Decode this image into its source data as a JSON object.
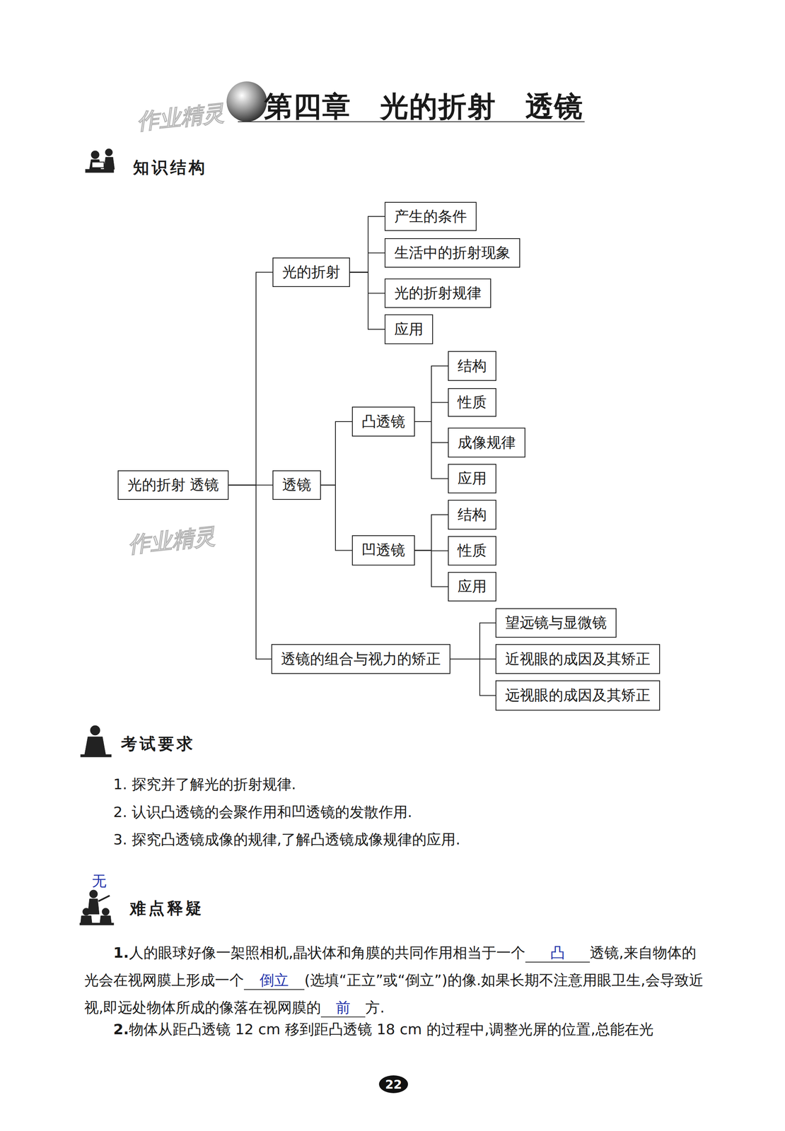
{
  "diagram": {
    "title": "第四章　光的折射　透镜",
    "nodes": [
      {
        "text": [
          "光的折射 透镜"
        ]
      },
      {
        "text": [
          "光的折射"
        ]
      },
      {
        "text": [
          "产生的条件"
        ]
      },
      {
        "text": [
          "生活中的折射现象"
        ]
      },
      {
        "text": [
          "光的折射规律"
        ]
      },
      {
        "text": [
          "应用"
        ]
      },
      {
        "text": [
          "透镜"
        ]
      },
      {
        "text": [
          "凸透镜"
        ]
      },
      {
        "text": [
          "结构"
        ]
      },
      {
        "text": [
          "性质"
        ]
      },
      {
        "text": [
          "成像规律"
        ]
      },
      {
        "text": [
          "应用"
        ]
      },
      {
        "text": [
          "凹透镜"
        ]
      },
      {
        "text": [
          "结构"
        ]
      },
      {
        "text": [
          "性质"
        ]
      },
      {
        "text": [
          "应用"
        ]
      },
      {
        "text": [
          "透镜的组合与视力的矫正"
        ]
      },
      {
        "text": [
          "望远镜与显微镜"
        ]
      },
      {
        "text": [
          "近视眼的成因及其矫正"
        ]
      },
      {
        "text": [
          "远视眼的成因及其矫正"
        ]
      }
    ],
    "edges": [
      {
        "from": 0,
        "to": 1,
        "arrow": "none"
      },
      {
        "from": 0,
        "to": 6,
        "arrow": "none"
      },
      {
        "from": 0,
        "to": 16,
        "arrow": "none"
      },
      {
        "from": 1,
        "to": 2,
        "arrow": "none"
      },
      {
        "from": 1,
        "to": 3,
        "arrow": "none"
      },
      {
        "from": 1,
        "to": 4,
        "arrow": "none"
      },
      {
        "from": 1,
        "to": 5,
        "arrow": "none"
      },
      {
        "from": 6,
        "to": 7,
        "arrow": "none"
      },
      {
        "from": 6,
        "to": 12,
        "arrow": "none"
      },
      {
        "from": 7,
        "to": 8,
        "arrow": "none"
      },
      {
        "from": 7,
        "to": 9,
        "arrow": "none"
      },
      {
        "from": 7,
        "to": 10,
        "arrow": "none"
      },
      {
        "from": 7,
        "to": 11,
        "arrow": "none"
      },
      {
        "from": 12,
        "to": 13,
        "arrow": "none"
      },
      {
        "from": 12,
        "to": 14,
        "arrow": "none"
      },
      {
        "from": 12,
        "to": 15,
        "arrow": "none"
      },
      {
        "from": 16,
        "to": 17,
        "arrow": "none"
      },
      {
        "from": 16,
        "to": 18,
        "arrow": "none"
      },
      {
        "from": 16,
        "to": 19,
        "arrow": "none"
      }
    ],
    "labels": [
      "作业精灵",
      "作业精灵",
      "知识结构",
      "考试要求",
      "1. 探究并了解光的折射规律.",
      "2. 认识凸透镜的会聚作用和凹透镜的发散作用.",
      "3. 探究凸透镜成像的规律,了解凸透镜成像规律的应用.",
      "无",
      "难点释疑",
      "1.",
      "人的眼球好像一架照相机,晶状体和角膜的共同作用相当于一个",
      "凸",
      "透镜,来自物体的光会在视网膜上形成一个",
      "倒立",
      "(选填“正立”或“倒立”)的像.如果长期不注意用眼卫生,会导致近视,即远处物体所成的像落在视网膜的",
      "前",
      "方.",
      "2.",
      "物体从距凸透镜 12 cm 移到距凸透镜 18 cm 的过程中,调整光屏的位置,总能在光",
      "22"
    ]
  }
}
